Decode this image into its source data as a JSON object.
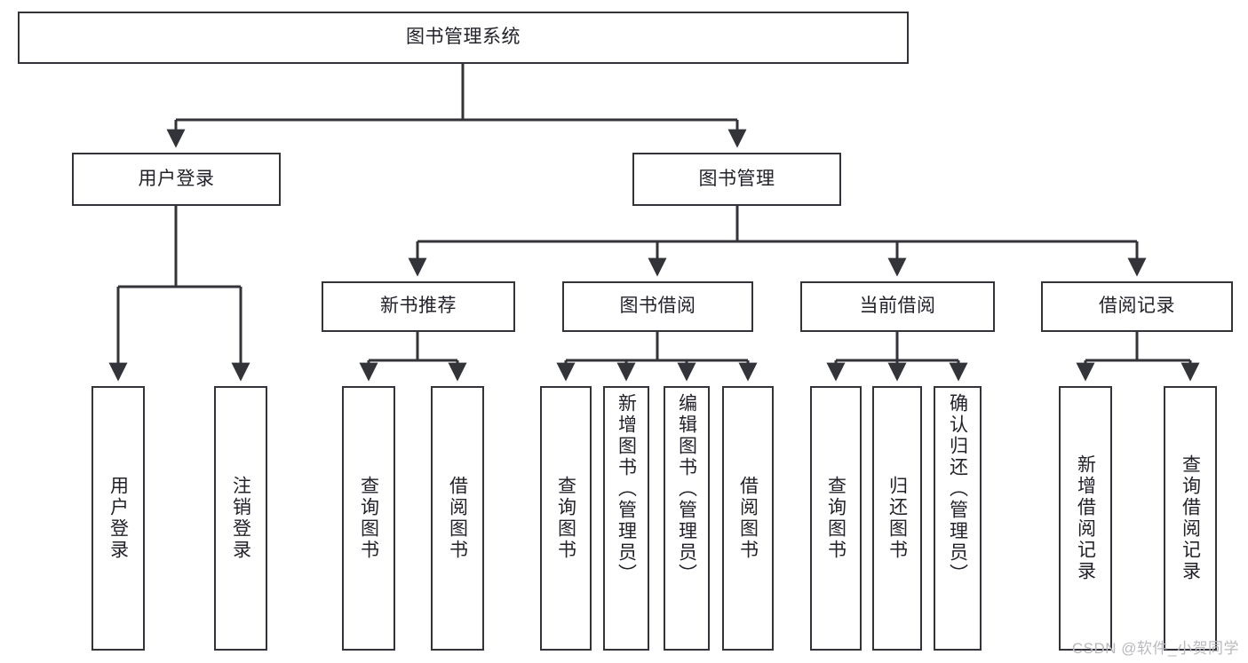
{
  "diagram": {
    "title": "图书管理系统",
    "type": "tree-hierarchy",
    "root": {
      "label": "图书管理系统"
    },
    "level1": [
      {
        "label": "用户登录"
      },
      {
        "label": "图书管理"
      }
    ],
    "level2": [
      {
        "label": "新书推荐"
      },
      {
        "label": "图书借阅"
      },
      {
        "label": "当前借阅"
      },
      {
        "label": "借阅记录"
      }
    ],
    "leaves": {
      "user_login": [
        {
          "label": "用户登录"
        },
        {
          "label": "注销登录"
        }
      ],
      "new_book_recommend": [
        {
          "label": "查询图书"
        },
        {
          "label": "借阅图书"
        }
      ],
      "book_borrow": [
        {
          "label": "查询图书"
        },
        {
          "label": "新增图书（管理员）"
        },
        {
          "label": "编辑图书（管理员）"
        },
        {
          "label": "借阅图书"
        }
      ],
      "current_borrow": [
        {
          "label": "查询图书"
        },
        {
          "label": "归还图书"
        },
        {
          "label": "确认归还（管理员）"
        }
      ],
      "borrow_record": [
        {
          "label": "新增借阅记录"
        },
        {
          "label": "查询借阅记录"
        }
      ]
    }
  },
  "watermark": {
    "text": "CSDN @软件_小贺同学"
  },
  "colors": {
    "stroke": "#33333a",
    "text": "#22222a",
    "background": "#ffffff",
    "watermark": "#b9b9bd"
  }
}
